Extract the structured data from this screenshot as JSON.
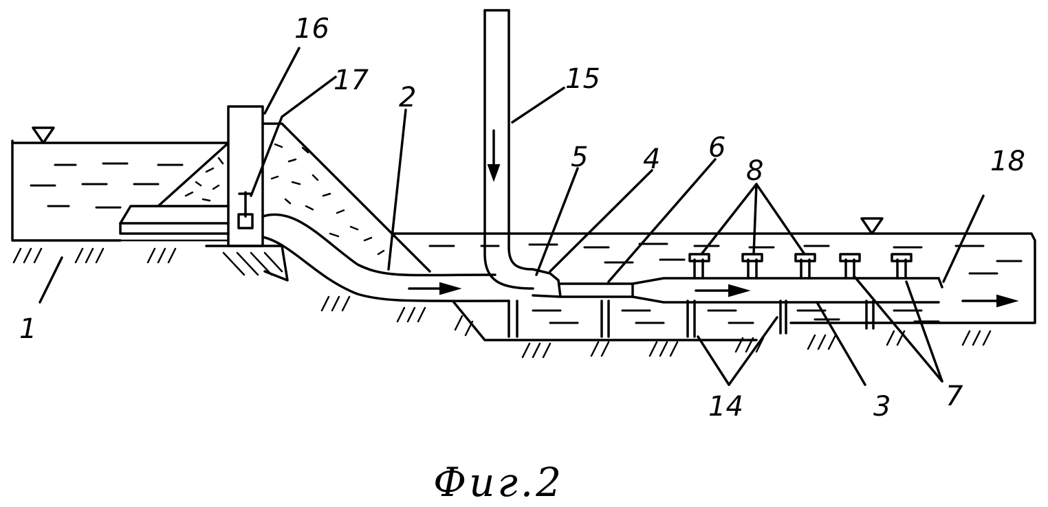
{
  "figure": {
    "caption": "Фиг.2",
    "labels": {
      "l1": "1",
      "l2": "2",
      "l3": "3",
      "l4": "4",
      "l5": "5",
      "l6": "6",
      "l7": "7",
      "l8": "8",
      "l14": "14",
      "l15": "15",
      "l16": "16",
      "l17": "17",
      "l18": "18"
    }
  }
}
